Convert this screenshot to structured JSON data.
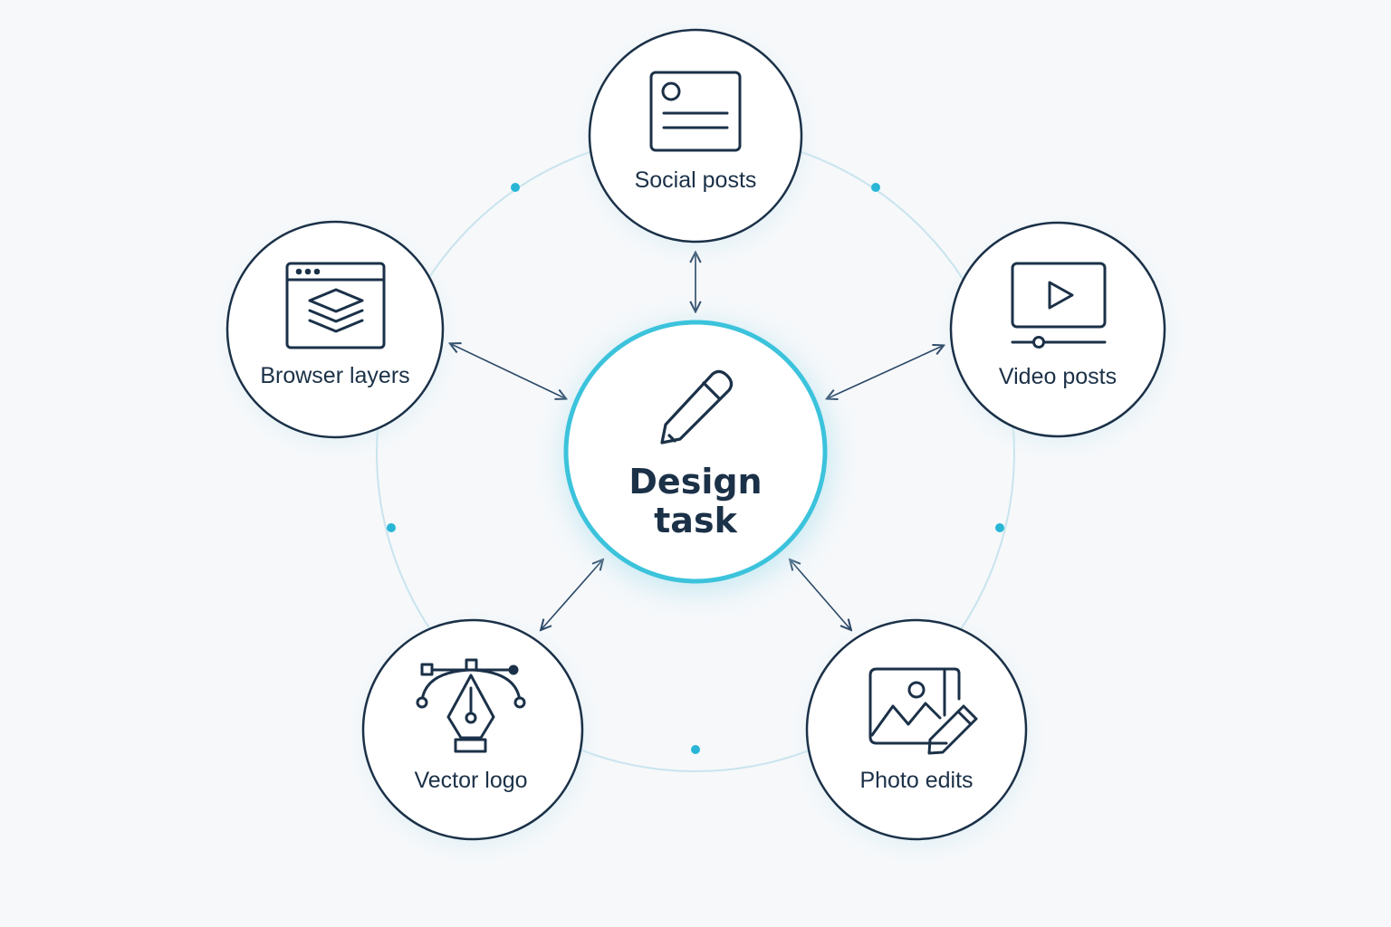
{
  "center": {
    "label_line1": "Design",
    "label_line2": "task",
    "icon": "pencil-icon"
  },
  "nodes": [
    {
      "id": "social-posts",
      "label": "Social posts",
      "icon": "social-card-icon"
    },
    {
      "id": "video-posts",
      "label": "Video posts",
      "icon": "video-player-icon"
    },
    {
      "id": "photo-edits",
      "label": "Photo edits",
      "icon": "photo-edit-icon"
    },
    {
      "id": "vector-logo",
      "label": "Vector logo",
      "icon": "pen-tool-icon"
    },
    {
      "id": "browser-layers",
      "label": "Browser layers",
      "icon": "browser-layers-icon"
    }
  ],
  "colors": {
    "background": "#f6f8fa",
    "outline": "#1b3148",
    "accent": "#3cc3dc",
    "orbit": "#c9e4ee",
    "dot": "#29b6d6",
    "arrow": "#2b4866"
  }
}
